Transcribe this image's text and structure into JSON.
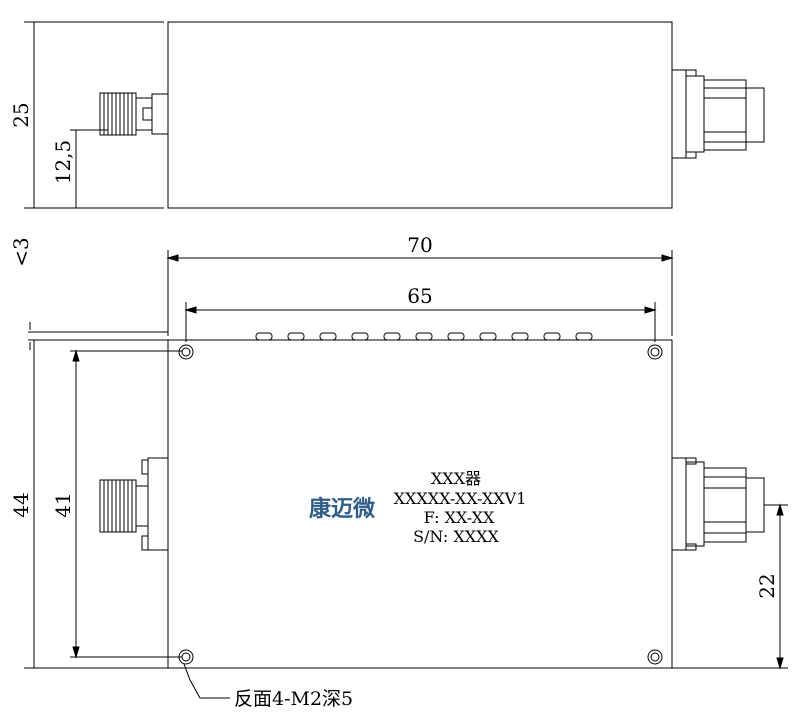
{
  "dimensions": {
    "top_height": "25",
    "top_center": "12,5",
    "gap": "<3",
    "overall_length": "70",
    "hole_spacing_x": "65",
    "overall_width": "44",
    "hole_spacing_y": "41",
    "connector_offset": "22"
  },
  "label": {
    "line1": "XXX器",
    "line2": "XXXXX-XX-XXV1",
    "line3": "F: XX-XX",
    "line4": "S/N: XXXX"
  },
  "brand": "康迈微",
  "note": "反面4-M2深5",
  "colors": {
    "line": "#000000",
    "brand": "#2f5d8a"
  }
}
